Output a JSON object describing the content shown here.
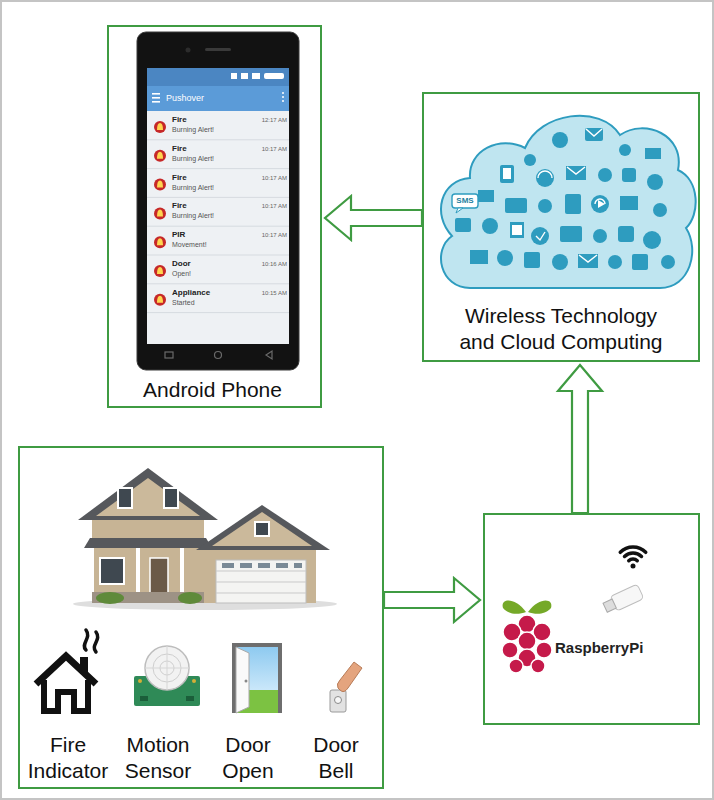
{
  "diagram": {
    "nodes": [
      {
        "text": [
          "Android Phone"
        ]
      },
      {
        "text": [
          "Wireless Technology and Cloud Computing"
        ]
      },
      {
        "text": [
          "Fire Indicator",
          "Motion Sensor",
          "Door Open",
          "Door Bell"
        ]
      },
      {
        "text": [
          "RaspberryPi"
        ]
      }
    ],
    "edges": [
      {
        "from": 2,
        "to": 3,
        "arrow": "to"
      },
      {
        "from": 3,
        "to": 1,
        "arrow": "to"
      },
      {
        "from": 1,
        "to": 0,
        "arrow": "to"
      }
    ],
    "labels": [
      "Pushover",
      "Fire",
      "Burning Alert!",
      "12:17 AM",
      "Fire",
      "Burning Alert!",
      "10:17 AM",
      "Fire",
      "Burning Alert!",
      "10:17 AM",
      "Fire",
      "Burning Alert!",
      "10:17 AM",
      "PIR",
      "Movement!",
      "10:17 AM",
      "Door",
      "Open!",
      "10:16 AM",
      "Appliance",
      "Started",
      "10:15 AM",
      "SMS"
    ]
  }
}
